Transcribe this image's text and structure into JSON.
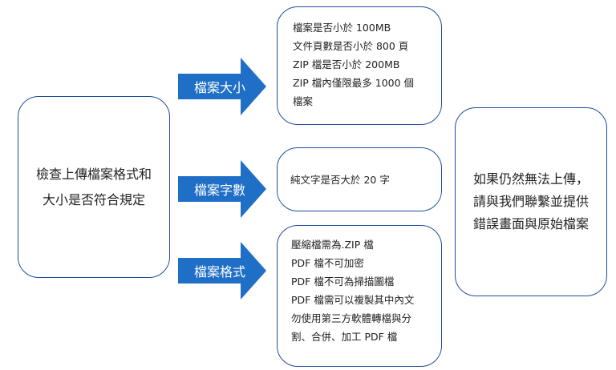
{
  "colors": {
    "arrow": "#1f6fc7",
    "border": "#1f4e9a"
  },
  "left_box": {
    "lines": [
      "檢查上傳檔案格式和",
      "大小是否符合規定"
    ]
  },
  "arrows": [
    {
      "label": "檔案大小"
    },
    {
      "label": "檔案字數"
    },
    {
      "label": "檔案格式"
    }
  ],
  "size_box": {
    "lines": [
      "檔案是否小於 100MB",
      "文件頁數是否小於 800 頁",
      "ZIP 檔是否小於 200MB",
      "ZIP 檔內僅限最多 1000 個",
      "檔案"
    ]
  },
  "word_box": {
    "lines": [
      "純文字是否大於 20 字"
    ]
  },
  "format_box": {
    "lines": [
      "壓縮檔需為.ZIP 檔",
      "PDF 檔不可加密",
      "PDF 檔不可為掃描圖檔",
      "PDF 檔需可以複製其中內文",
      "勿使用第三方軟體轉檔與分",
      "割、合併、加工 PDF 檔"
    ]
  },
  "right_box": {
    "lines": [
      "如果仍然無法上傳，",
      "請與我們聯繫並提供",
      "錯誤畫面與原始檔案"
    ]
  }
}
